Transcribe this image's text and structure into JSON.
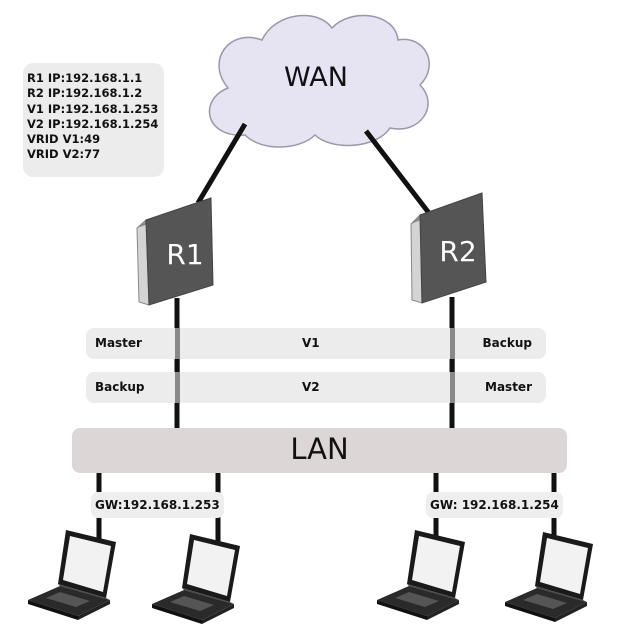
{
  "wan": {
    "label": "WAN"
  },
  "info": {
    "lines": [
      "R1 IP:192.168.1.1",
      "R2 IP:192.168.1.2",
      "V1 IP:192.168.1.253",
      "V2 IP:192.168.1.254",
      "VRID V1:49",
      "VRID V2:77"
    ]
  },
  "routers": [
    {
      "label": "R1"
    },
    {
      "label": "R2"
    }
  ],
  "vrrp_groups": [
    {
      "name": "V1",
      "r1_role": "Master",
      "r2_role": "Backup"
    },
    {
      "name": "V2",
      "r1_role": "Backup",
      "r2_role": "Master"
    }
  ],
  "lan": {
    "label": "LAN"
  },
  "gateways": {
    "left": "GW:192.168.1.253",
    "right": "GW: 192.168.1.254"
  },
  "colors": {
    "cloud_fill": "#e6e4f2",
    "cloud_stroke": "#9a98a8",
    "router_body": "#555555",
    "router_side": "#cfcfcf",
    "lan_bar": "#ddd6d6",
    "band": "#ececec",
    "cable": "#111111"
  }
}
